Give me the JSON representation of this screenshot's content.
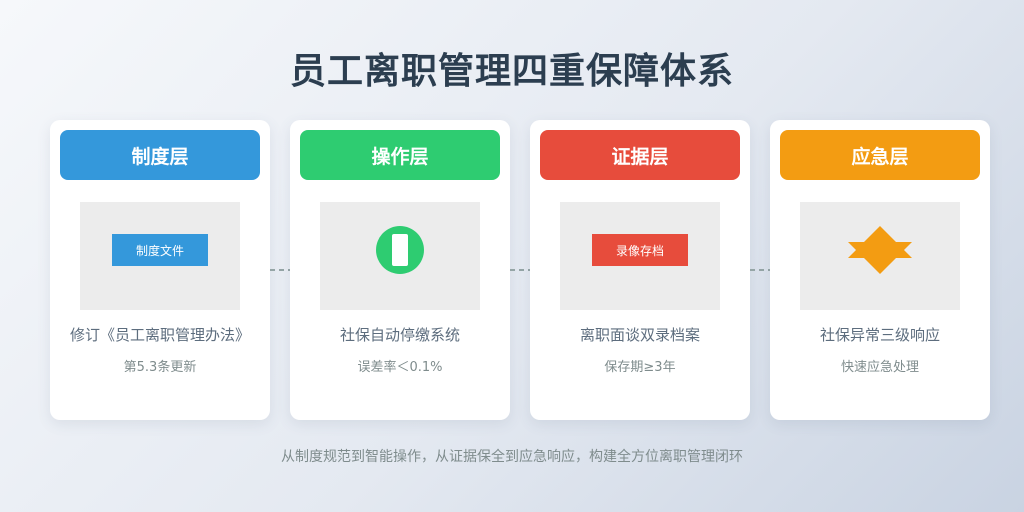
{
  "title": "员工离职管理四重保障体系",
  "layers": [
    {
      "header": "制度层",
      "color": "#3498db",
      "visual": "document-box",
      "box_text": "制度文件",
      "main": "修订《员工离职管理办法》",
      "sub": "第5.3条更新"
    },
    {
      "header": "操作层",
      "color": "#2ecc71",
      "visual": "system-circle",
      "main": "社保自动停缴系统",
      "sub": "误差率＜0.1%"
    },
    {
      "header": "证据层",
      "color": "#e74c3c",
      "visual": "record-box",
      "box_text": "录像存档",
      "main": "离职面谈双录档案",
      "sub": "保存期≥3年"
    },
    {
      "header": "应急层",
      "color": "#f39c12",
      "visual": "alert-star",
      "main": "社保异常三级响应",
      "sub": "快速应急处理"
    }
  ],
  "arrow_color": "#95a5a6",
  "footer": "从制度规范到智能操作，从证据保全到应急响应，构建全方位离职管理闭环"
}
